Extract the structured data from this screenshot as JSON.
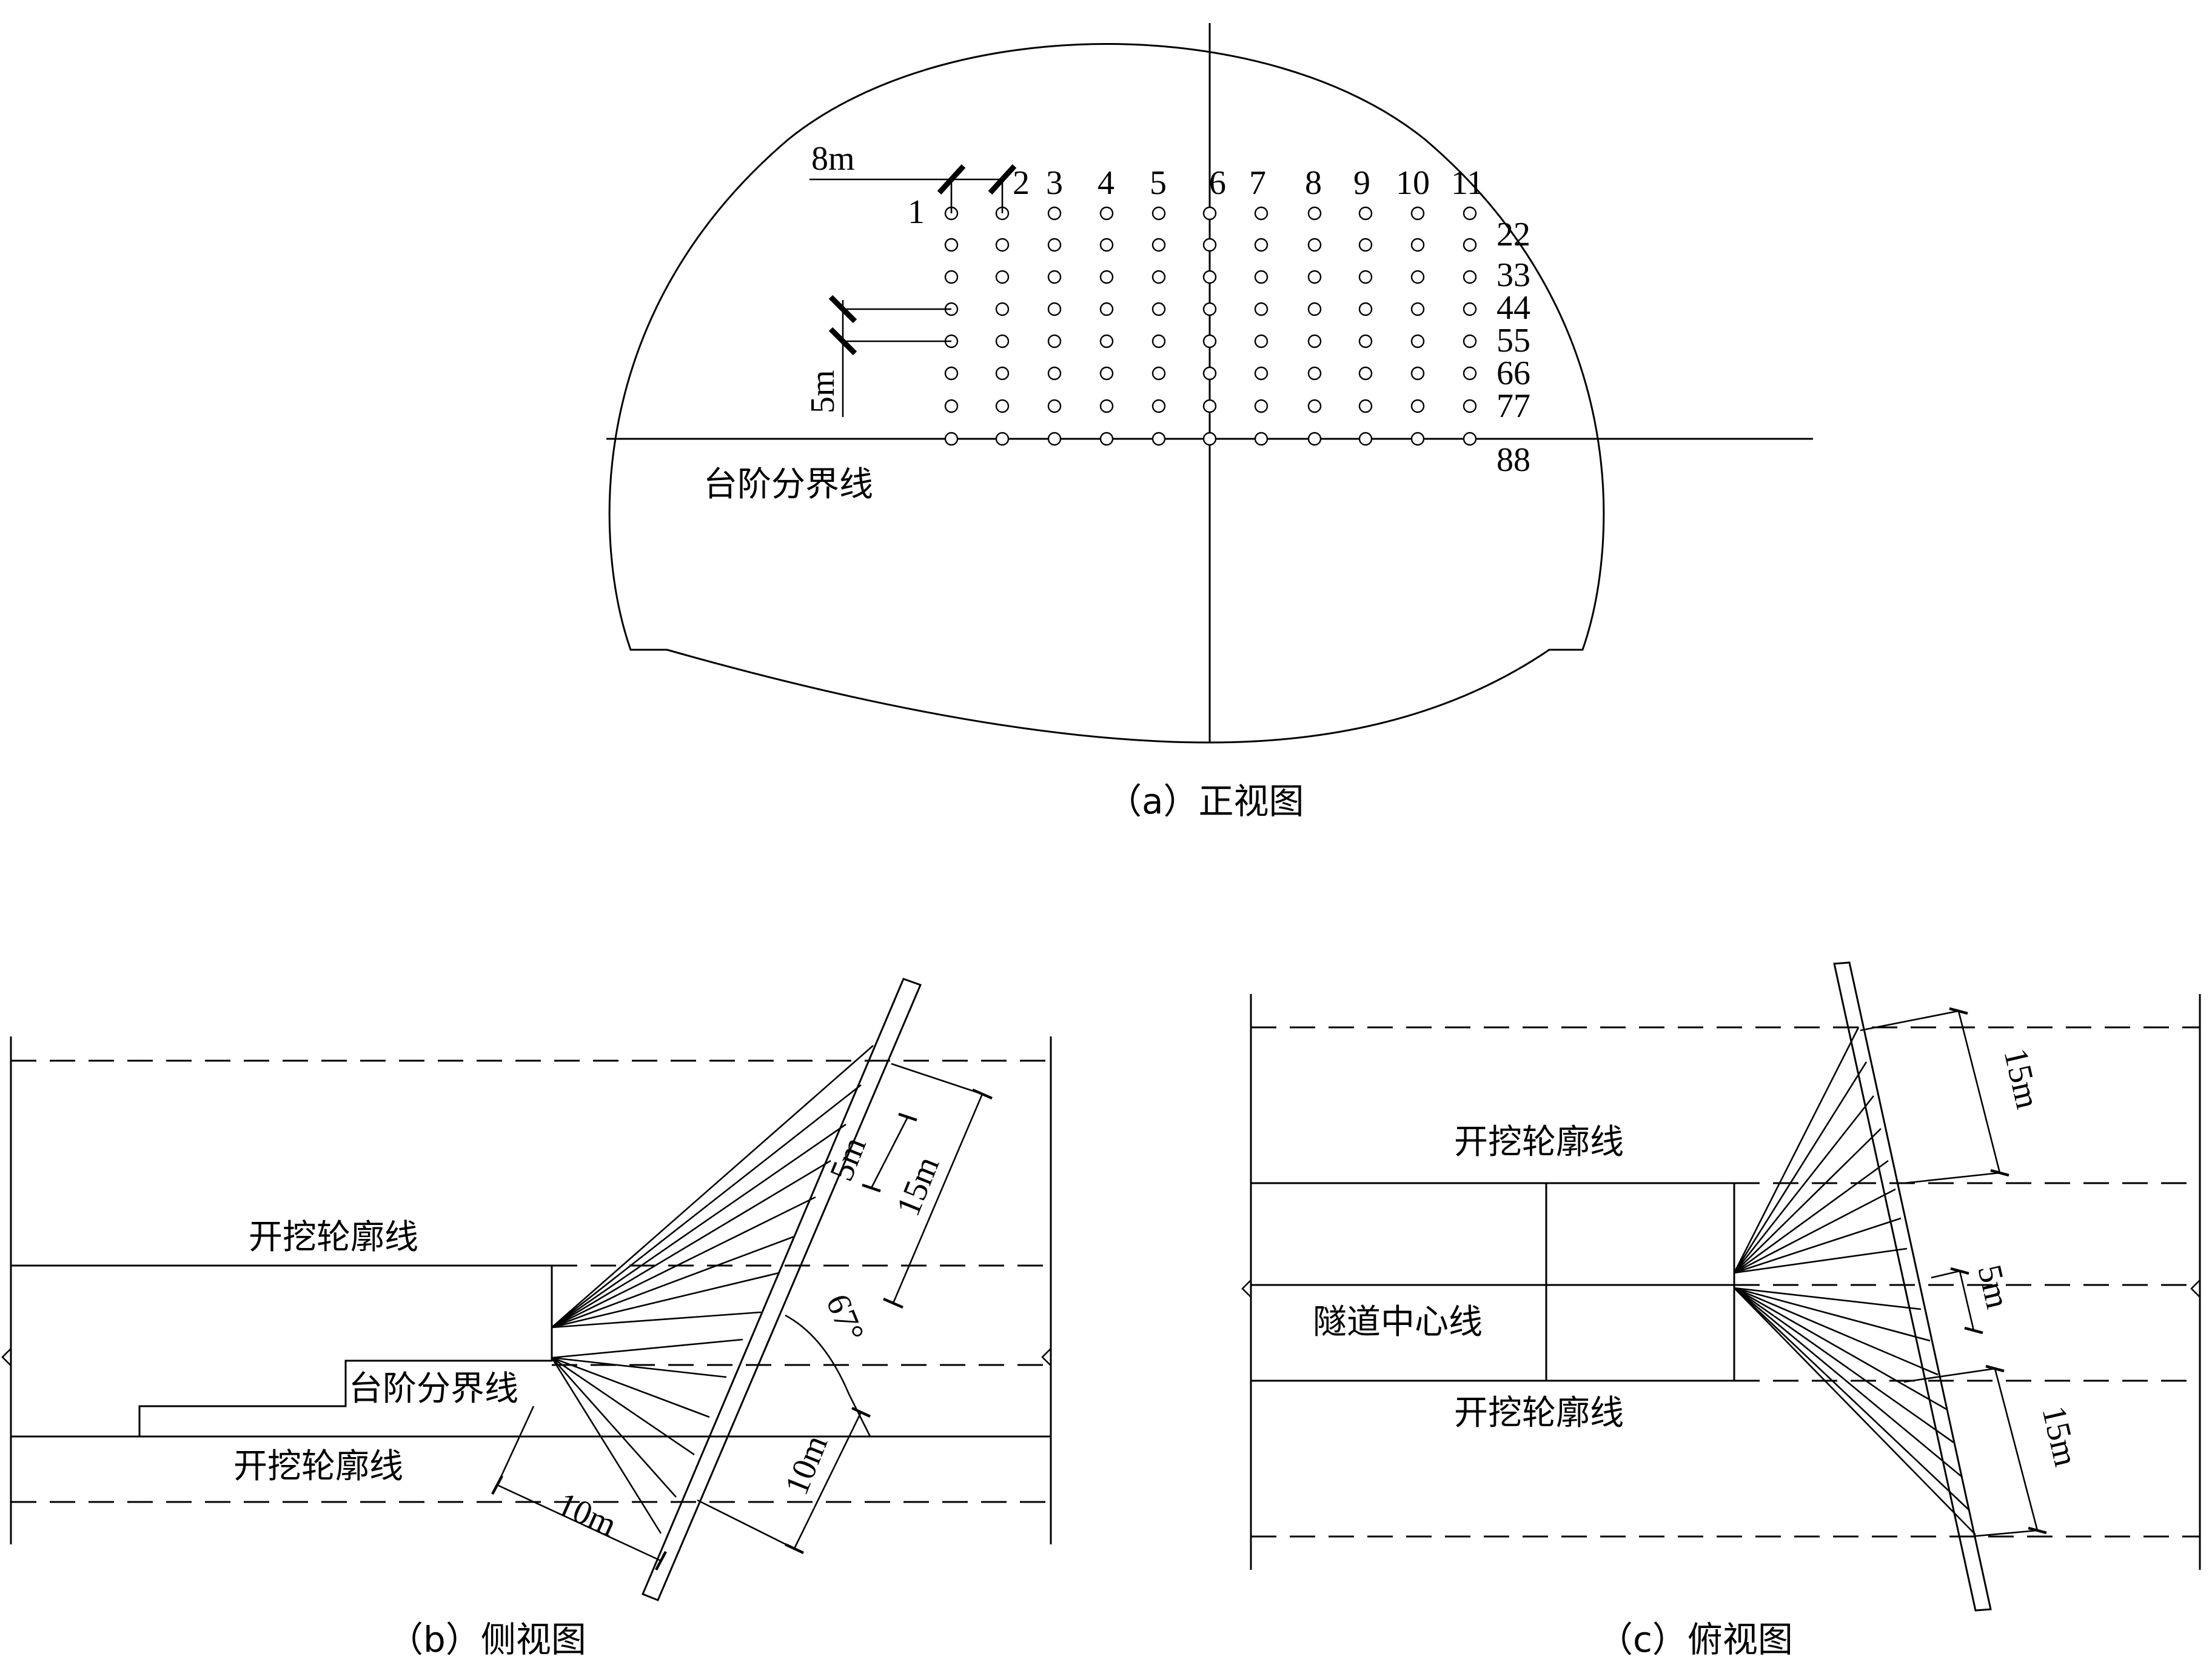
{
  "front_view": {
    "caption": "（a）正视图",
    "step_line_label": "台阶分界线",
    "col_spacing_label": "8m",
    "row_spacing_label": "5m",
    "column_labels": [
      "1",
      "2",
      "3",
      "4",
      "5",
      "6",
      "7",
      "8",
      "9",
      "10",
      "11"
    ],
    "row_labels": [
      "22",
      "33",
      "44",
      "55",
      "66",
      "77",
      "88"
    ],
    "grid": {
      "columns": 11,
      "rows": 8
    }
  },
  "side_view": {
    "caption": "（b）侧视图",
    "upper_contour_label": "开挖轮廓线",
    "step_line_label": "台阶分界线",
    "lower_contour_label": "开挖轮廓线",
    "dim_small": "5m",
    "dim_long": "15m",
    "dim_angle": "67°",
    "dim_bottom": "10m",
    "dim_diag": "10m"
  },
  "top_view": {
    "caption": "（c）俯视图",
    "upper_contour_label": "开挖轮廓线",
    "center_line_label": "隧道中心线",
    "lower_contour_label": "开挖轮廓线",
    "dim_top": "15m",
    "dim_mid": "5m",
    "dim_bottom": "15m"
  }
}
